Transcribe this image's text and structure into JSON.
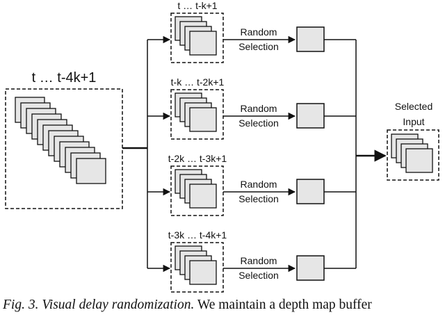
{
  "big_buffer": {
    "label": "t … t-4k+1"
  },
  "sub_buffers": [
    {
      "label": "t … t-k+1"
    },
    {
      "label": "t-k … t-2k+1"
    },
    {
      "label": "t-2k … t-3k+1"
    },
    {
      "label": "t-3k … t-4k+1"
    }
  ],
  "selection": {
    "line1": "Random",
    "line2": "Selection"
  },
  "selected_input": {
    "line1": "Selected",
    "line2": "Input"
  },
  "caption": {
    "italic": "Fig. 3. Visual delay randomization.",
    "normal": " We maintain a depth map buffer"
  }
}
